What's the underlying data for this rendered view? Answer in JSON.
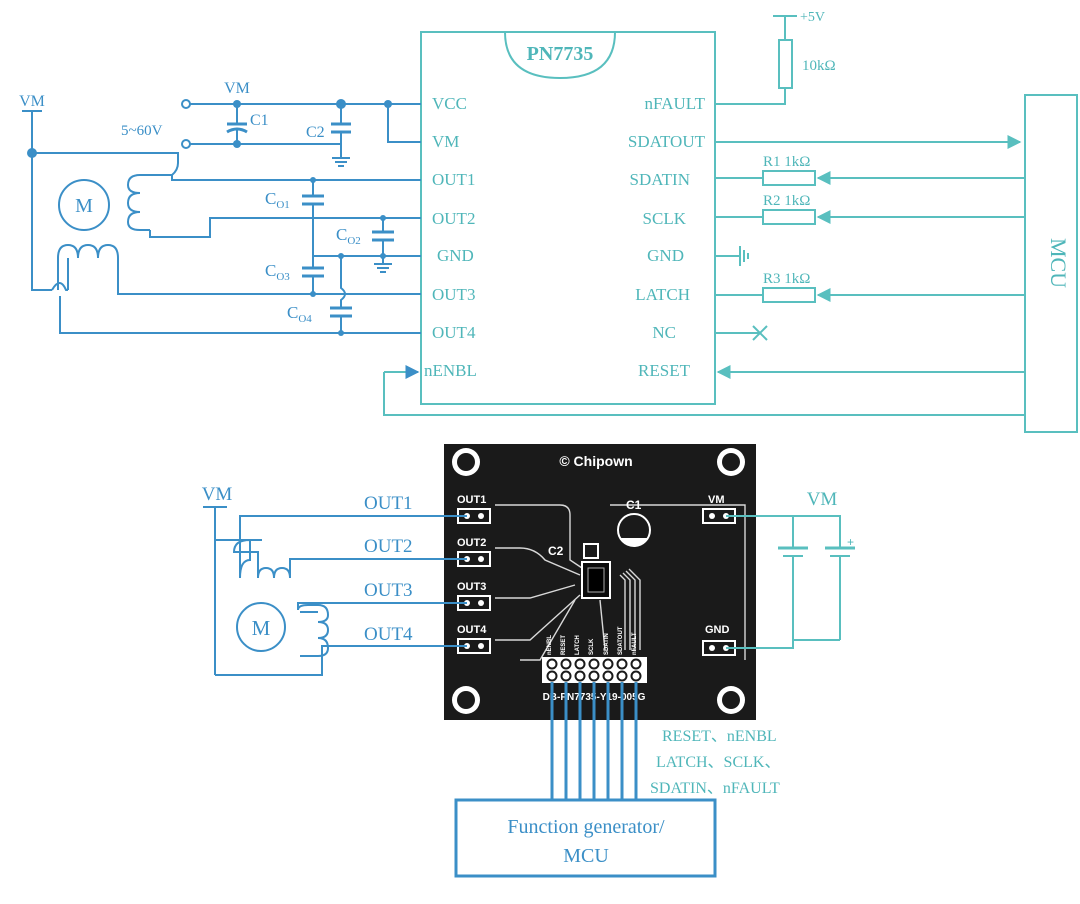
{
  "chip": {
    "name": "PN7735",
    "left_pins": [
      "VCC",
      "VM",
      "OUT1",
      "OUT2",
      "GND",
      "OUT3",
      "OUT4",
      "nENBL"
    ],
    "right_pins": [
      "nFAULT",
      "SDATOUT",
      "SDATIN",
      "SCLK",
      "GND",
      "LATCH",
      "NC",
      "RESET"
    ]
  },
  "supply": {
    "vm_label": "VM",
    "vm_node_label": "VM",
    "range": "5~60V",
    "plus5v": "+5V",
    "pullup": "10kΩ"
  },
  "caps": {
    "c1": "C1",
    "c2": "C2",
    "co1_main": "C",
    "co1_sub": "O1",
    "co2_main": "C",
    "co2_sub": "O2",
    "co3_main": "C",
    "co3_sub": "O3",
    "co4_main": "C",
    "co4_sub": "O4"
  },
  "resistors": {
    "r1": "R1 1kΩ",
    "r2": "R2 1kΩ",
    "r3": "R3 1kΩ"
  },
  "motor_label": "M",
  "mcu_label": "MCU",
  "board": {
    "brand": "© Chipown",
    "pin_labels": [
      "OUT1",
      "OUT2",
      "OUT3",
      "OUT4",
      "VM",
      "GND"
    ],
    "c1": "C1",
    "c2": "C2",
    "header_labels": [
      "nENBL",
      "RESET",
      "LATCH",
      "SCLK",
      "SDATIN",
      "SDATOUT",
      "nFAULT"
    ],
    "part_number": "DB-PN7735-Y19-005G"
  },
  "bottom": {
    "vm_left": "VM",
    "vm_right": "VM",
    "outs": [
      "OUT1",
      "OUT2",
      "OUT3",
      "OUT4"
    ],
    "motor": "M",
    "signal_lines": [
      "RESET、nENBL",
      "LATCH、SCLK、",
      "SDATIN、nFAULT"
    ],
    "box_line1": "Function generator/",
    "box_line2": "MCU"
  },
  "colors": {
    "teal": "#59bfbf",
    "blue": "#3b8fc7",
    "board": "#1a1a1a"
  }
}
